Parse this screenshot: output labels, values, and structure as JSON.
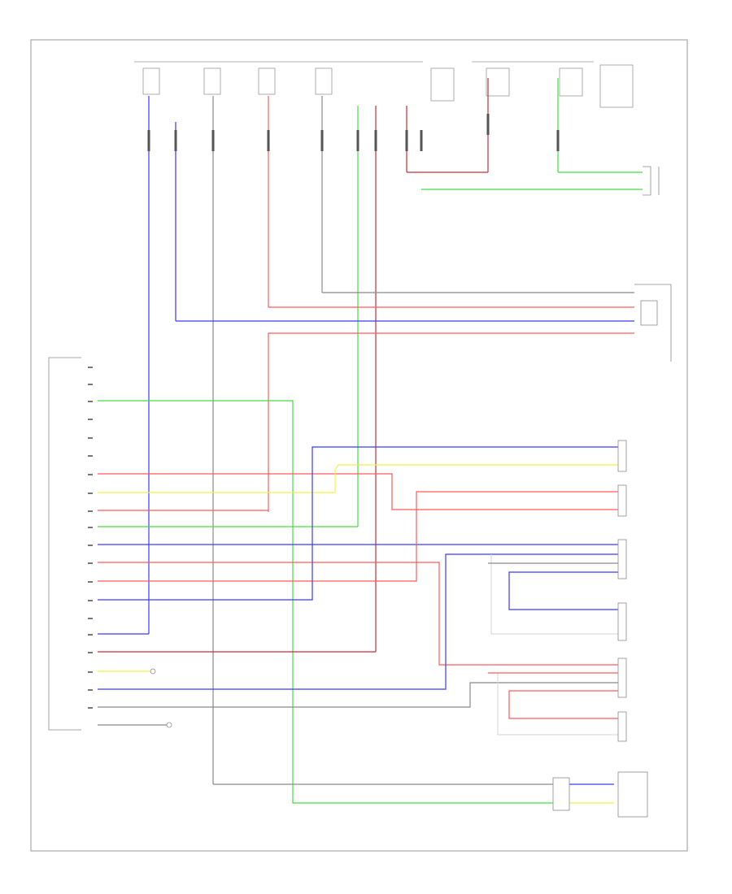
{
  "diagram": {
    "title": "",
    "figure_code": "",
    "colors": {
      "blue": "#3b3bff",
      "red": "#ff5a5a",
      "dark_red": "#c0303a",
      "green": "#44dd44",
      "yellow": "#f2f24a",
      "gray": "#8a8a8a",
      "light": "#d4d4d4",
      "frame": "#9a9a9a"
    },
    "components": [
      {
        "id": "radio-unit",
        "label": ""
      },
      {
        "id": "power-antenna-relay",
        "label": ""
      },
      {
        "id": "left-rear-speaker",
        "label": ""
      },
      {
        "id": "right-rear-speaker",
        "label": ""
      },
      {
        "id": "left-door-speaker",
        "label": ""
      },
      {
        "id": "left-door-tweeter",
        "label": ""
      },
      {
        "id": "right-door-speaker",
        "label": ""
      },
      {
        "id": "right-door-tweeter",
        "label": ""
      },
      {
        "id": "power-antenna-motor",
        "label": ""
      },
      {
        "id": "illumination-ground",
        "label": ""
      }
    ],
    "fuses": [
      {
        "id": "fuse-1"
      },
      {
        "id": "fuse-2"
      },
      {
        "id": "fuse-3"
      },
      {
        "id": "fuse-4"
      },
      {
        "id": "fuse-5"
      },
      {
        "id": "fuse-6"
      },
      {
        "id": "fuse-7"
      }
    ],
    "radio_pins": [
      "",
      "",
      "",
      "",
      "",
      "",
      "",
      "",
      "",
      "",
      "",
      "",
      "",
      "",
      "",
      "",
      "",
      "",
      "",
      ""
    ]
  }
}
